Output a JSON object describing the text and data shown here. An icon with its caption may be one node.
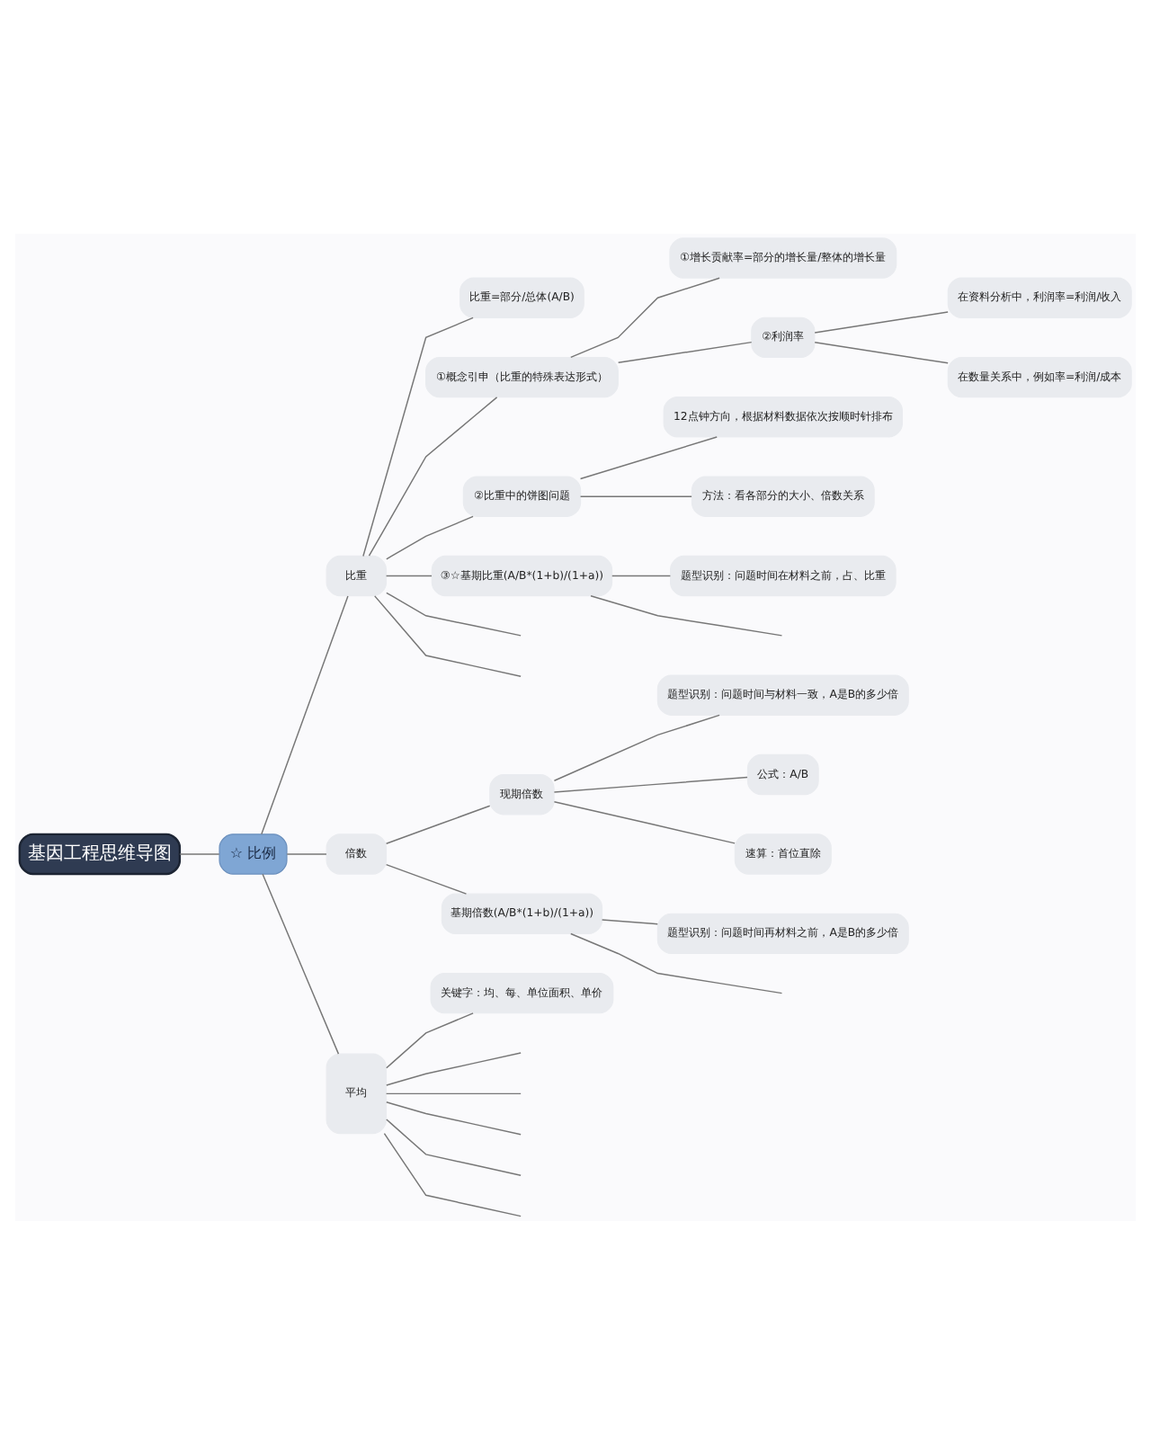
{
  "diagram": {
    "nodes": [
      {
        "text": [
          "基因工程思维导图"
        ]
      },
      {
        "text": [
          "☆ 比例"
        ]
      },
      {
        "text": [
          "比重"
        ]
      },
      {
        "text": [
          "比重=部分/总体(A/B)"
        ]
      },
      {
        "text": [
          "①概念引申（比重的特殊表达形式）"
        ]
      },
      {
        "text": [
          "①增长贡献率=部分的增长量/整体的增长量"
        ]
      },
      {
        "text": [
          "②利润率"
        ]
      },
      {
        "text": [
          "在资料分析中，利润率=利润/收入"
        ]
      },
      {
        "text": [
          "在数量关系中，例如率=利润/成本"
        ]
      },
      {
        "text": [
          "②比重中的饼图问题"
        ]
      },
      {
        "text": [
          "12点钟方向，根据材料数据依次按顺时针排布"
        ]
      },
      {
        "text": [
          "方法：看各部分的大小、倍数关系"
        ]
      },
      {
        "text": [
          "③☆基期比重(A/B*(1+b)/(1+a))"
        ]
      },
      {
        "text": [
          "题型识别：问题时间在材料之前，占、比重"
        ]
      },
      {
        "text": [
          "倍数"
        ]
      },
      {
        "text": [
          "现期倍数"
        ]
      },
      {
        "text": [
          "题型识别：问题时间与材料一致，A是B的多少倍"
        ]
      },
      {
        "text": [
          "公式：A/B"
        ]
      },
      {
        "text": [
          "速算：首位直除"
        ]
      },
      {
        "text": [
          "基期倍数(A/B*(1+b)/(1+a))"
        ]
      },
      {
        "text": [
          "题型识别：问题时间再材料之前，A是B的多少倍"
        ]
      },
      {
        "text": [
          "平均"
        ]
      },
      {
        "text": [
          "关键字：均、每、单位面积、单价"
        ]
      }
    ],
    "edges": [
      {
        "from": 0,
        "to": 1,
        "arrow": "none"
      },
      {
        "from": 1,
        "to": 2,
        "arrow": "none"
      },
      {
        "from": 2,
        "to": 3,
        "arrow": "none"
      },
      {
        "from": 2,
        "to": 4,
        "arrow": "none"
      },
      {
        "from": 4,
        "to": 5,
        "arrow": "none"
      },
      {
        "from": 4,
        "to": 6,
        "arrow": "none"
      },
      {
        "from": 6,
        "to": 7,
        "arrow": "none"
      },
      {
        "from": 6,
        "to": 8,
        "arrow": "none"
      },
      {
        "from": 2,
        "to": 9,
        "arrow": "none"
      },
      {
        "from": 9,
        "to": 10,
        "arrow": "none"
      },
      {
        "from": 9,
        "to": 11,
        "arrow": "none"
      },
      {
        "from": 2,
        "to": 12,
        "arrow": "none"
      },
      {
        "from": 12,
        "to": 13,
        "arrow": "none"
      },
      {
        "from": 12,
        "to": null,
        "arrow": "none"
      },
      {
        "from": 2,
        "to": null,
        "arrow": "none"
      },
      {
        "from": 2,
        "to": null,
        "arrow": "none"
      },
      {
        "from": 1,
        "to": 14,
        "arrow": "none"
      },
      {
        "from": 14,
        "to": 15,
        "arrow": "none"
      },
      {
        "from": 15,
        "to": 16,
        "arrow": "none"
      },
      {
        "from": 15,
        "to": 17,
        "arrow": "none"
      },
      {
        "from": 15,
        "to": 18,
        "arrow": "none"
      },
      {
        "from": 14,
        "to": 19,
        "arrow": "none"
      },
      {
        "from": 19,
        "to": 20,
        "arrow": "none"
      },
      {
        "from": 19,
        "to": null,
        "arrow": "none"
      },
      {
        "from": 1,
        "to": 21,
        "arrow": "none"
      },
      {
        "from": 21,
        "to": 22,
        "arrow": "none"
      },
      {
        "from": 21,
        "to": null,
        "arrow": "none"
      },
      {
        "from": 21,
        "to": null,
        "arrow": "none"
      },
      {
        "from": 21,
        "to": null,
        "arrow": "none"
      },
      {
        "from": 21,
        "to": null,
        "arrow": "none"
      },
      {
        "from": 21,
        "to": null,
        "arrow": "none"
      }
    ]
  }
}
